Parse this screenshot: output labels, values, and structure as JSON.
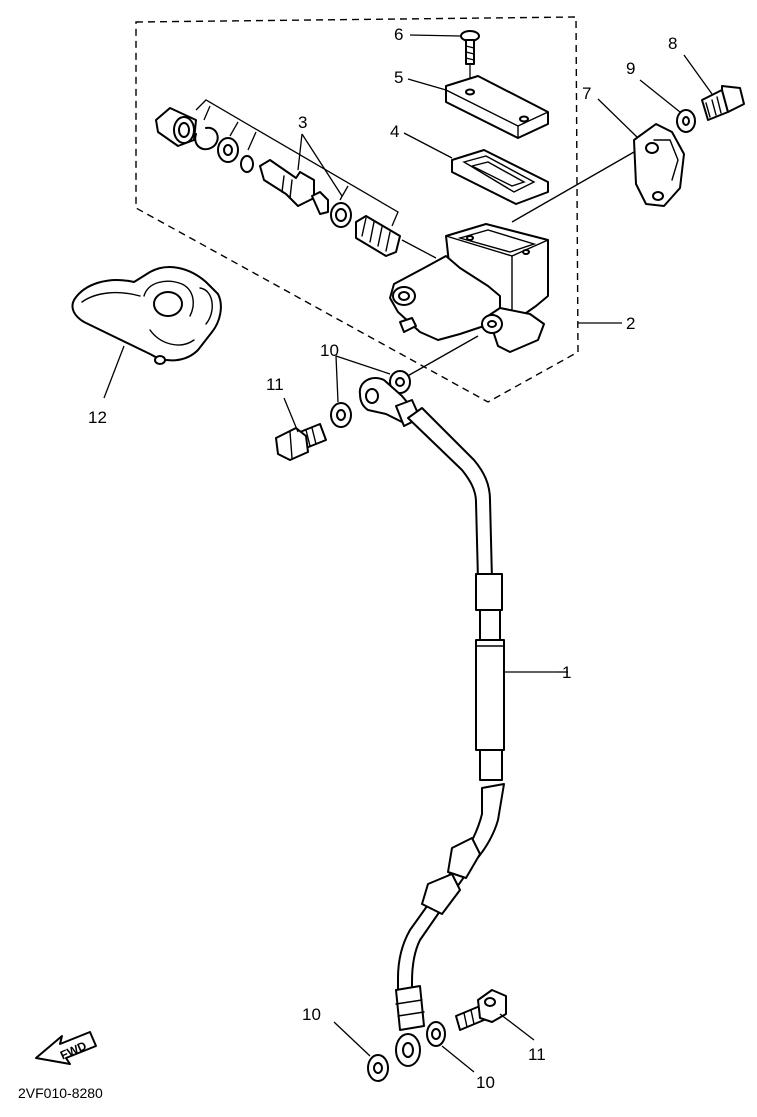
{
  "callouts": {
    "c1": "1",
    "c2": "2",
    "c3": "3",
    "c4": "4",
    "c5": "5",
    "c6": "6",
    "c7": "7",
    "c8": "8",
    "c9": "9",
    "c10_upper": "10",
    "c10_lower_left": "10",
    "c10_lower_right": "10",
    "c11_upper": "11",
    "c11_lower": "11",
    "c12": "12"
  },
  "direction_marker": "FWD",
  "diagram_code": "2VF010-8280"
}
